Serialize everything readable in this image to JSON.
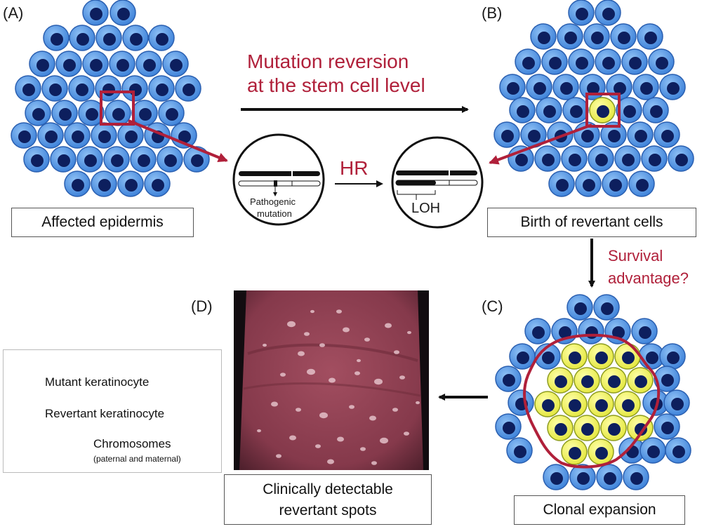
{
  "panels": {
    "a": {
      "letter": "(A)",
      "caption": "Affected epidermis"
    },
    "b": {
      "letter": "(B)",
      "caption": "Birth of revertant cells"
    },
    "c": {
      "letter": "(C)",
      "caption": "Clonal expansion"
    },
    "d": {
      "letter": "(D)",
      "caption_line1": "Clinically detectable",
      "caption_line2": "revertant spots"
    }
  },
  "arrows": {
    "top_line1": "Mutation reversion",
    "top_line2": "at the stem cell level",
    "mid": "HR",
    "side_line1": "Survival",
    "side_line2": "advantage?"
  },
  "chromosome_insets": {
    "left_label_line1": "Pathogenic",
    "left_label_line2": "mutation",
    "right_label": "LOH"
  },
  "legend": {
    "mutant": "Mutant keratinocyte",
    "revertant": "Revertant keratinocyte",
    "chromosomes": "Chromosomes",
    "chromosomes_sub": "(paternal and maternal)"
  },
  "colors": {
    "cell_outer": "#4a8de0",
    "cell_nucleus": "#0d1f5e",
    "revertant_outer": "#f2f252",
    "accent_red": "#b0203a",
    "skin": "#8c3e4e",
    "skin_spot": "#e8c8d0"
  }
}
